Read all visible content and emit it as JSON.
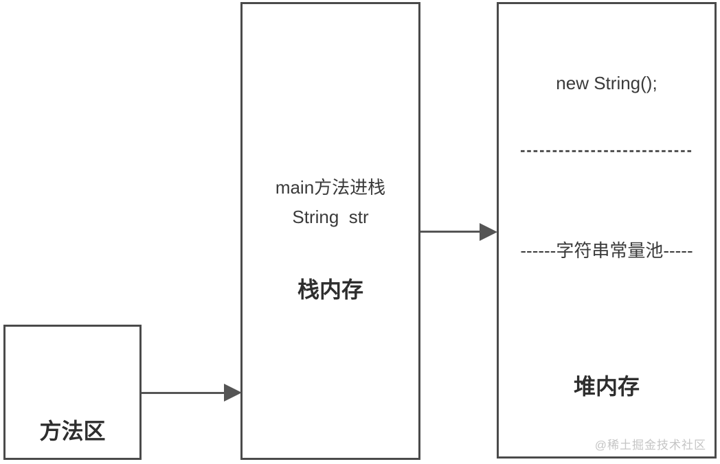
{
  "boxes": {
    "method_area": {
      "label": "方法区"
    },
    "stack": {
      "line1": "main方法进栈",
      "line2": "String  str",
      "label": "栈内存"
    },
    "heap": {
      "code": "new String();",
      "divider": "---------------------------",
      "pool_label": "------字符串常量池-----",
      "label": "堆内存"
    }
  },
  "watermark": "@稀土掘金技术社区",
  "colors": {
    "border": "#4a4a4a",
    "text": "#3a3a3a",
    "arrow": "#555555",
    "watermark": "#c5c5c5",
    "background": "#ffffff"
  }
}
